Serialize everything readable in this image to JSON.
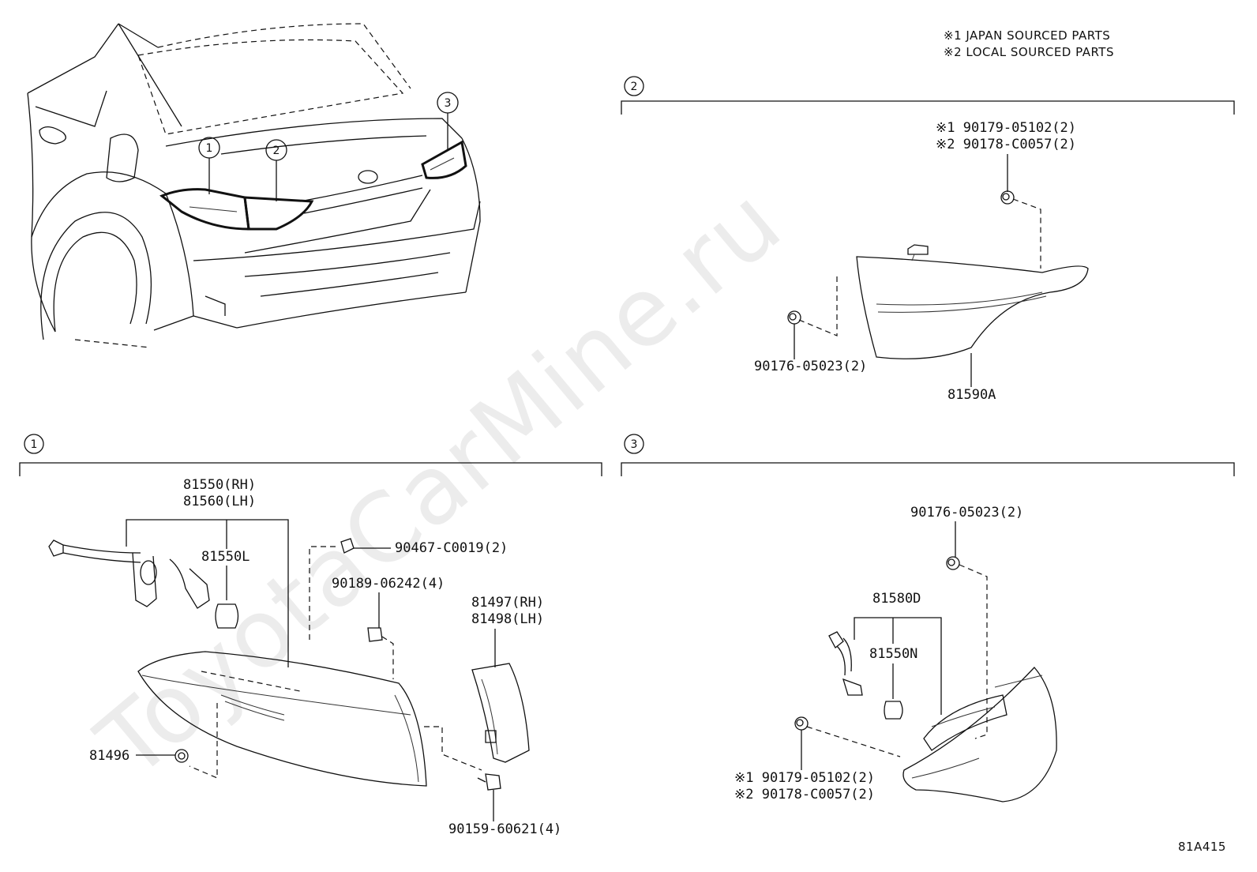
{
  "diagram": {
    "notes": [
      "※1 JAPAN SOURCED PARTS",
      "※2 LOCAL SOURCED PARTS"
    ],
    "watermark": "ToyotaCarMine.ru",
    "figure_code": "81A415",
    "callouts": [
      "1",
      "2",
      "3"
    ],
    "section_1": {
      "number": "1",
      "parts": {
        "p81550": "81550(RH)",
        "p81560": "81560(LH)",
        "p81550L": "81550L",
        "p90467": "90467-C0019(2)",
        "p90189": "90189-06242(4)",
        "p81497": "81497(RH)",
        "p81498": "81498(LH)",
        "p81496": "81496",
        "p90159": "90159-60621(4)"
      }
    },
    "section_2": {
      "number": "2",
      "parts": {
        "p90179_a": "※1 90179-05102(2)",
        "p90178_a": "※2 90178-C0057(2)",
        "p90176_a": "90176-05023(2)",
        "p81590A": "81590A"
      }
    },
    "section_3": {
      "number": "3",
      "parts": {
        "p90176_b": "90176-05023(2)",
        "p81580D": "81580D",
        "p81550N": "81550N",
        "p90179_b": "※1 90179-05102(2)",
        "p90178_b": "※2 90178-C0057(2)"
      }
    }
  }
}
